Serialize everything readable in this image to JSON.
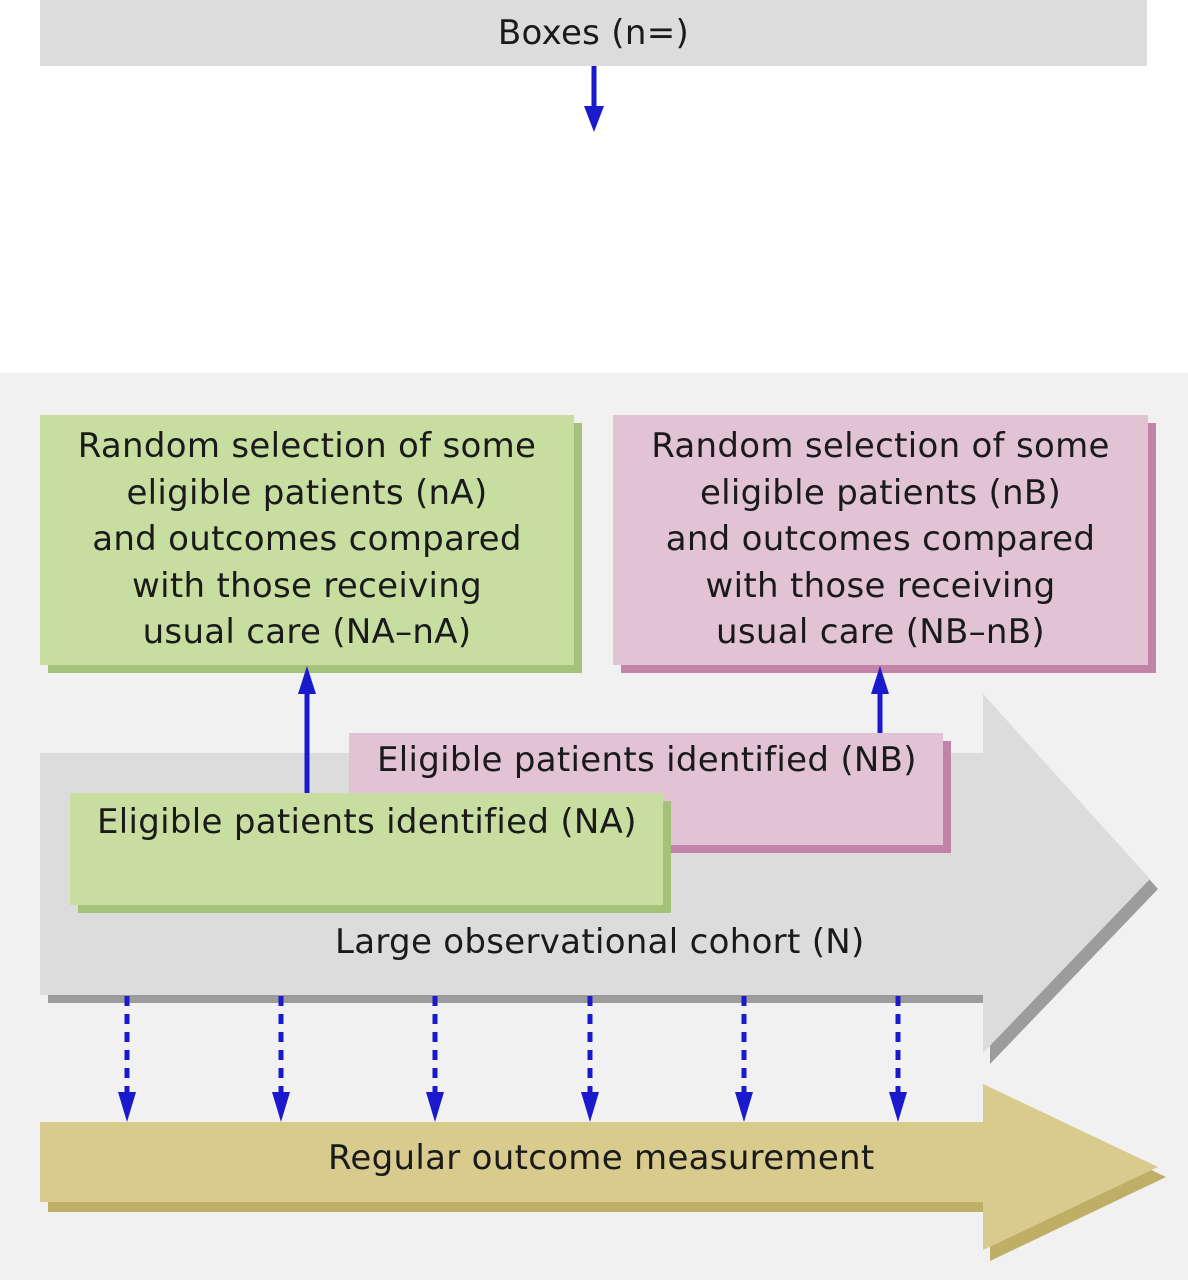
{
  "top": {
    "title": "Boxes (n=)"
  },
  "cohort": {
    "label": "Large observational cohort (N)"
  },
  "eligible_a": {
    "label": "Eligible patients identified (NA)"
  },
  "eligible_b": {
    "label": "Eligible patients identified (NB)"
  },
  "selection_a": {
    "lines": [
      "Random selection of some",
      "eligible patients (nA)",
      "and outcomes compared",
      "with those receiving",
      "usual care (NA–nA)"
    ]
  },
  "selection_b": {
    "lines": [
      "Random selection of some",
      "eligible patients (nB)",
      "and outcomes compared",
      "with those receiving",
      "usual care (NB–nB)"
    ]
  },
  "outcome": {
    "label": "Regular outcome measurement"
  },
  "colors": {
    "arrow": "#1a1acc",
    "green_box": "#c8dea0",
    "pink_box": "#e1c3d4",
    "cohort_arrow": "#dcdcdc",
    "outcome_arrow": "#d9cb8e",
    "panel_bg": "#f1f1f1"
  }
}
